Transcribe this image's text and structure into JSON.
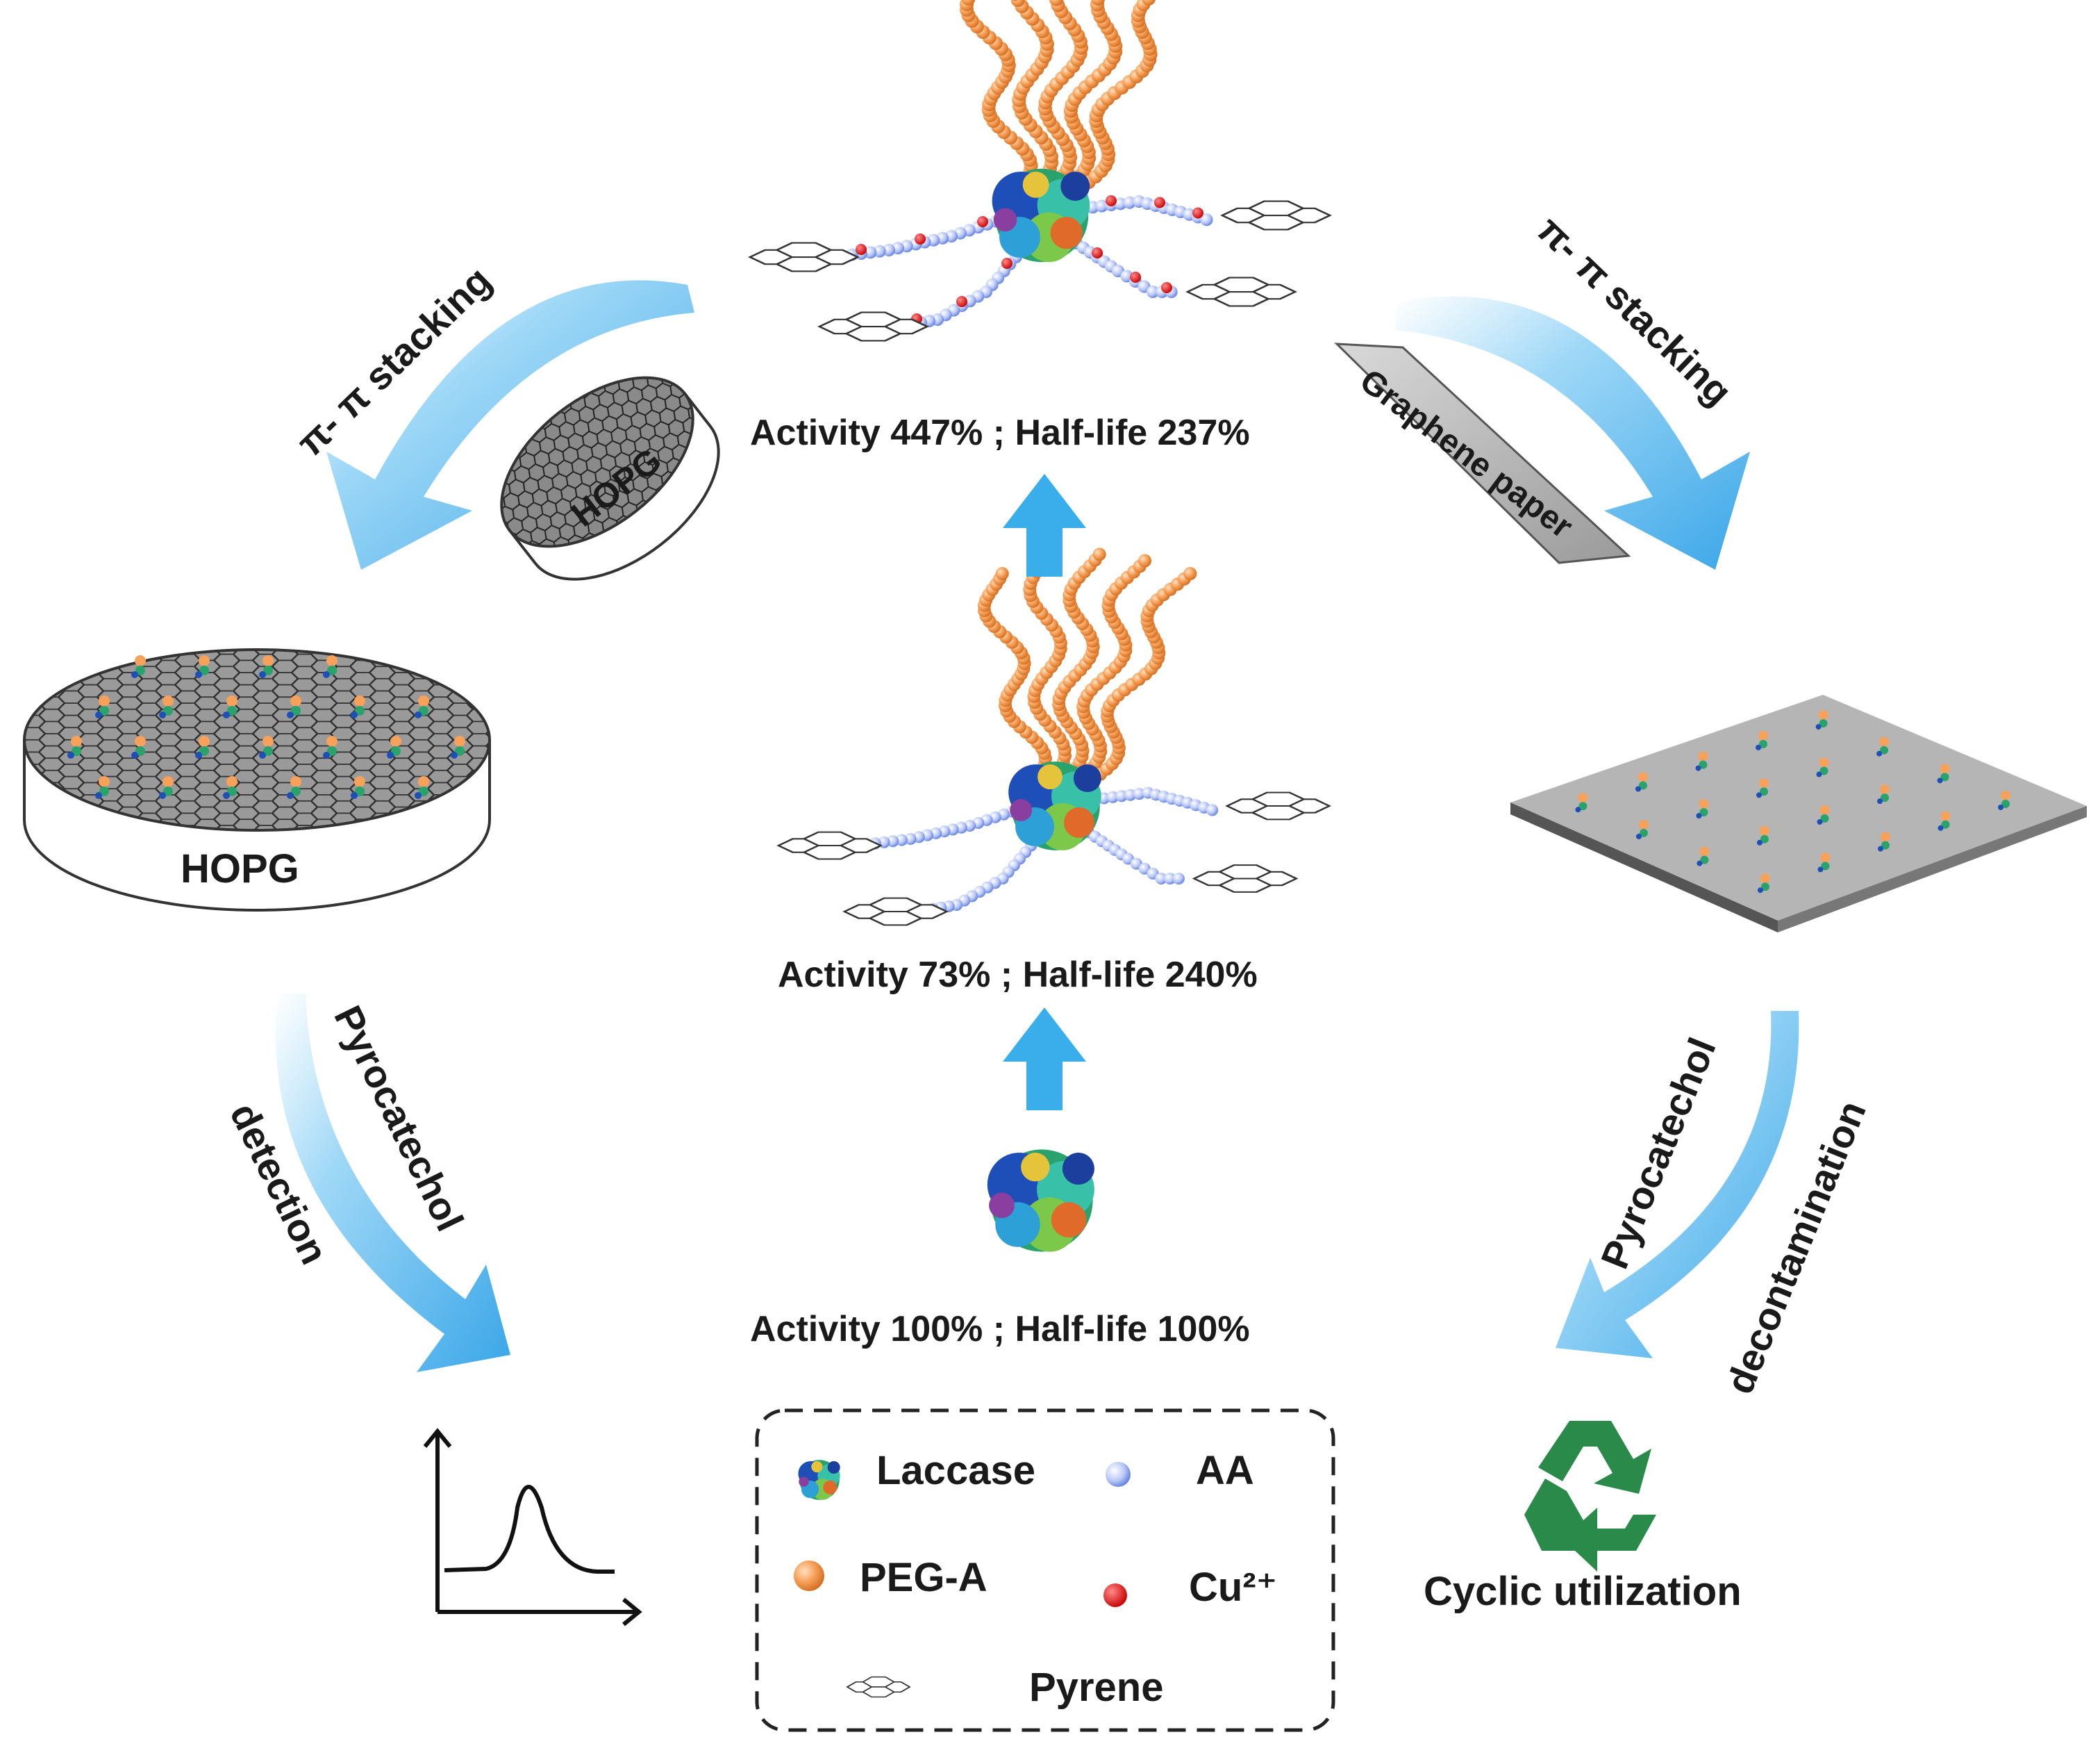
{
  "stacking_left": "π- π stacking",
  "stacking_right": "π- π stacking",
  "hopg_small": "HOPG",
  "hopg_large": "HOPG",
  "graphene_paper": "Graphene paper",
  "stat_top": "Activity  447% ; Half-life  237%",
  "stat_middle": "Activity  73% ; Half-life  240%",
  "stat_bottom": "Activity  100% ; Half-life  100%",
  "left_arrow_line1": "Pyrocatechol",
  "left_arrow_line2": "detection",
  "right_arrow_line1": "Pyrocatechol",
  "right_arrow_line2": "decontamination",
  "cyclic": "Cyclic utilization",
  "legend": {
    "laccase": "Laccase",
    "aa": "AA",
    "peg": "PEG-A",
    "cu": "Cu²⁺",
    "pyrene": "Pyrene"
  },
  "colors": {
    "arrow_blue": "#5ab8ef",
    "peg_orange": "#f7a15a",
    "aa_blue": "#8aa6f0",
    "cu_red": "#e41b1b",
    "recycle_green": "#2a8a4a"
  }
}
